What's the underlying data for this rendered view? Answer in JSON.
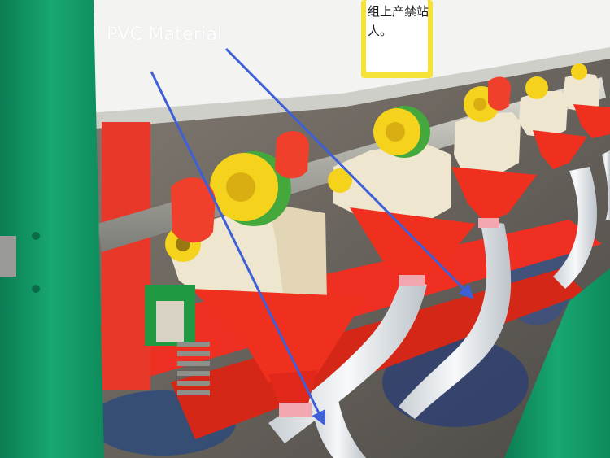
{
  "photo": {
    "description_label": "PVC Material",
    "sign_lines": [
      "组上产禁站",
      "人。"
    ],
    "colors": {
      "frame_green": "#14a06a",
      "funnel_red": "#f0301e",
      "gear_yellow": "#f5d21c",
      "gear_green": "#45a83c",
      "housing_cream": "#efe6cf",
      "tube_white": "#e8ecef",
      "arrow_blue": "#3d5fd8",
      "panel_white": "#f3f3f1"
    }
  }
}
